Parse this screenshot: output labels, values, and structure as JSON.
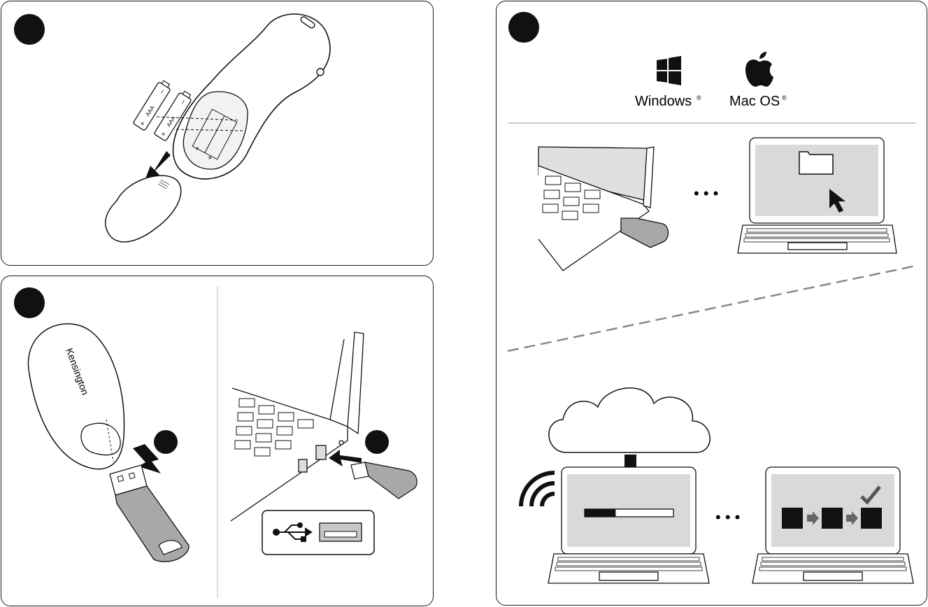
{
  "panel1": {
    "battery_label_1": "AAA",
    "battery_label_2": "AAA",
    "plus": "+",
    "minus": "–"
  },
  "panel2": {
    "brand": "Kensington"
  },
  "panel3": {
    "os_windows": "Windows",
    "os_mac": "Mac OS",
    "registered": "®",
    "ellipsis": "• • •"
  },
  "progress": {
    "fraction": 0.35
  },
  "colors": {
    "ink": "#111111",
    "screen": "#d9d9d9",
    "usb_grey": "#a8a8a8",
    "dash": "#888888"
  }
}
